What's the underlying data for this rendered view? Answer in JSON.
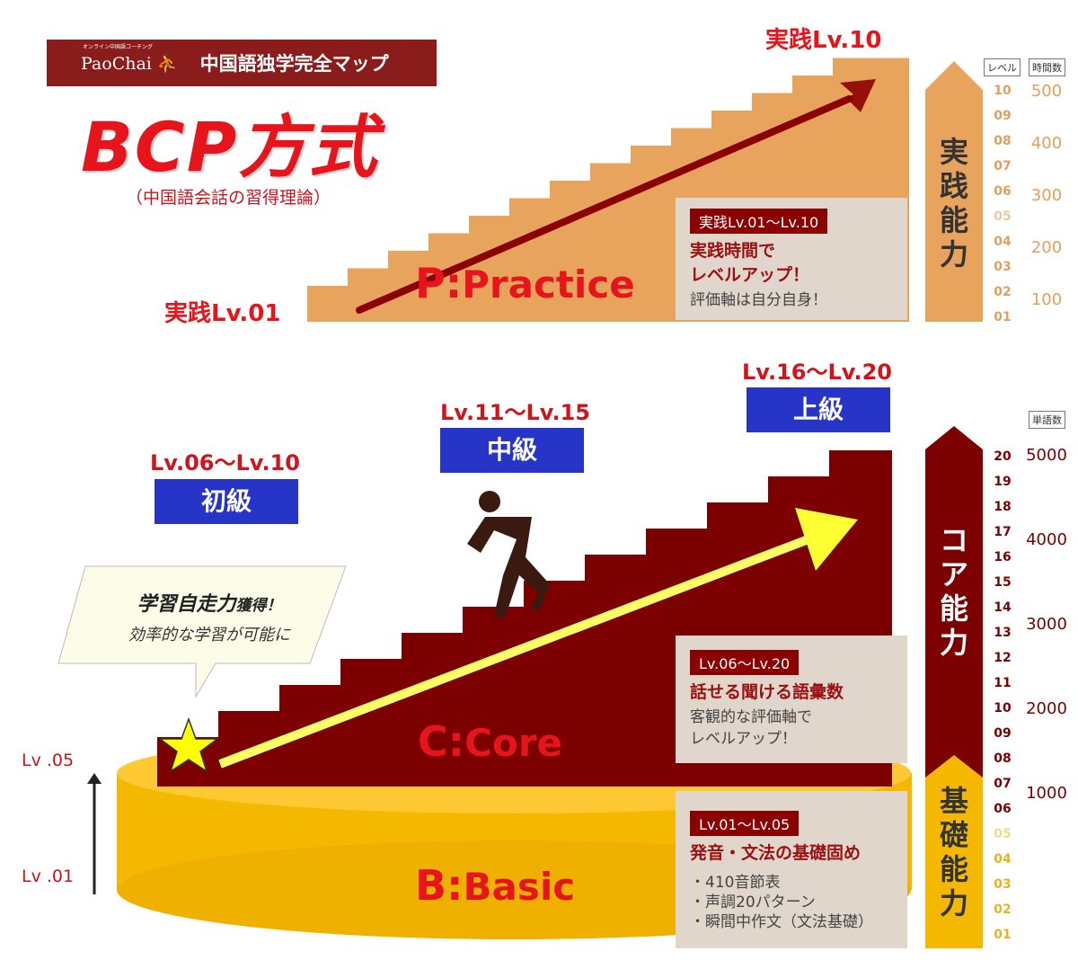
{
  "header": {
    "logo_small": "オンライン中国語コーチング",
    "logo": "PaoChai",
    "banner_title": "中国語独学完全マップ",
    "title": "BCP方式",
    "subtitle": "（中国語会話の習得理論）"
  },
  "practice": {
    "start_label": "実践Lv.01",
    "end_label": "実践Lv.10",
    "name_letter": "P:",
    "name_rest": "Practice",
    "card": {
      "tag": "実践Lv.01〜Lv.10",
      "heading_lines": [
        "実践時間で",
        "レベルアップ！"
      ],
      "text": "評価軸は自分自身！"
    },
    "scale": {
      "label": "実践能力",
      "level_header": "レベル",
      "value_header": "時間数",
      "levels": [
        "10",
        "09",
        "08",
        "07",
        "06",
        "05",
        "04",
        "03",
        "02",
        "01"
      ],
      "values": [
        "500",
        "400",
        "300",
        "200",
        "100"
      ]
    }
  },
  "core": {
    "name_letter": "C:",
    "name_rest": "Core",
    "stages": [
      {
        "range": "Lv.06〜Lv.10",
        "name": "初級"
      },
      {
        "range": "Lv.11〜Lv.15",
        "name": "中級"
      },
      {
        "range": "Lv.16〜Lv.20",
        "name": "上級"
      }
    ],
    "bubble": {
      "line1_bold": "学習自走力",
      "line1_rest": "獲得！",
      "line2": "効率的な学習が可能に"
    },
    "card": {
      "tag": "Lv.06〜Lv.20",
      "heading": "話せる聞ける語彙数",
      "lines": [
        "客観的な評価軸で",
        "レベルアップ！"
      ]
    },
    "scale": {
      "label": "コア能力",
      "value_header": "単語数",
      "levels": [
        "20",
        "19",
        "18",
        "17",
        "16",
        "15",
        "14",
        "13",
        "12",
        "11",
        "10",
        "09",
        "08",
        "07",
        "06"
      ],
      "values": [
        "5000",
        "4000",
        "3000",
        "2000",
        "1000"
      ]
    }
  },
  "basic": {
    "name_letter": "B:",
    "name_rest": "Basic",
    "lv_top": "Lv .05",
    "lv_bottom": "Lv .01",
    "card": {
      "tag": "Lv.01〜Lv.05",
      "heading": "発音・文法の基礎固め",
      "items": [
        "・410音節表",
        "・声調20パターン",
        "・瞬間中作文（文法基礎）"
      ]
    },
    "scale": {
      "label": "基礎能力",
      "levels": [
        "05",
        "04",
        "03",
        "02",
        "01"
      ]
    }
  },
  "colors": {
    "practice": "#e8a35c",
    "core": "#7d0000",
    "basic": "#f5b800",
    "accent_red": "#e8141c",
    "stage_blue": "#2634c8"
  }
}
